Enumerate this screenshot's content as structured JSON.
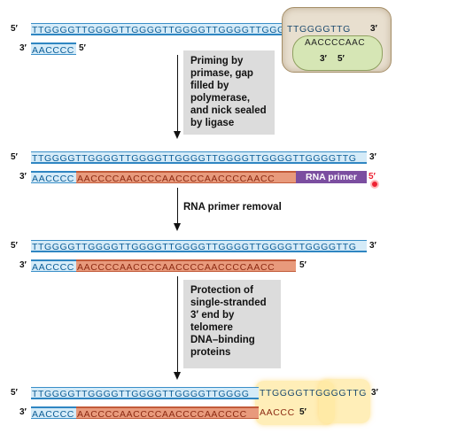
{
  "labels": {
    "five_prime": "5′",
    "three_prime": "3′"
  },
  "stage1": {
    "top_seq": "TTGGGGTTGGGGTTGGGGTTGGGGTTGGGGTTGGGG",
    "top_ext": "TTGGGGTTG",
    "bottom_seq": "AACCCC",
    "telomerase_rna": "AACCCCAAC",
    "telomerase_3": "3′",
    "telomerase_5": "5′"
  },
  "step1": {
    "lines": [
      "Priming by",
      "primase, gap",
      "filled by",
      "polymerase,",
      "and nick sealed",
      "by ligase"
    ]
  },
  "stage2": {
    "top_seq": "TTGGGGTTGGGGTTGGGGTTGGGGTTGGGGTTGGGGTTGGGGTTG",
    "bottom_blue": "AACCCC",
    "bottom_red": "AACCCCAACCCCAACCCCAACCCCAACC",
    "primer_label": "RNA primer"
  },
  "step2": {
    "label": "RNA primer removal"
  },
  "stage3": {
    "top_seq": "TTGGGGTTGGGGTTGGGGTTGGGGTTGGGGTTGGGGTTGGGGTTG",
    "bottom_blue": "AACCCC",
    "bottom_red": "AACCCCAACCCCAACCCCAACCCCAACC"
  },
  "step3": {
    "lines": [
      "Protection of",
      "single-stranded",
      "3′ end by",
      "telomere",
      "DNA–binding",
      "proteins"
    ]
  },
  "stage4": {
    "top_seq": "TTGGGGTTGGGGTTGGGGTTGGGGTTGGGG",
    "top_overhang": "TTGGGGTTGGGGTTG",
    "bottom_blue": "AACCCC",
    "bottom_red": "AACCCCAACCCCAACCCCAACCCC",
    "bottom_plain": "AACCC"
  },
  "colors": {
    "dna_blue": "#d5ebf8",
    "dna_red": "#e89a7c",
    "rna_primer": "#7b4ea0",
    "step_box": "#dcdcdc"
  }
}
